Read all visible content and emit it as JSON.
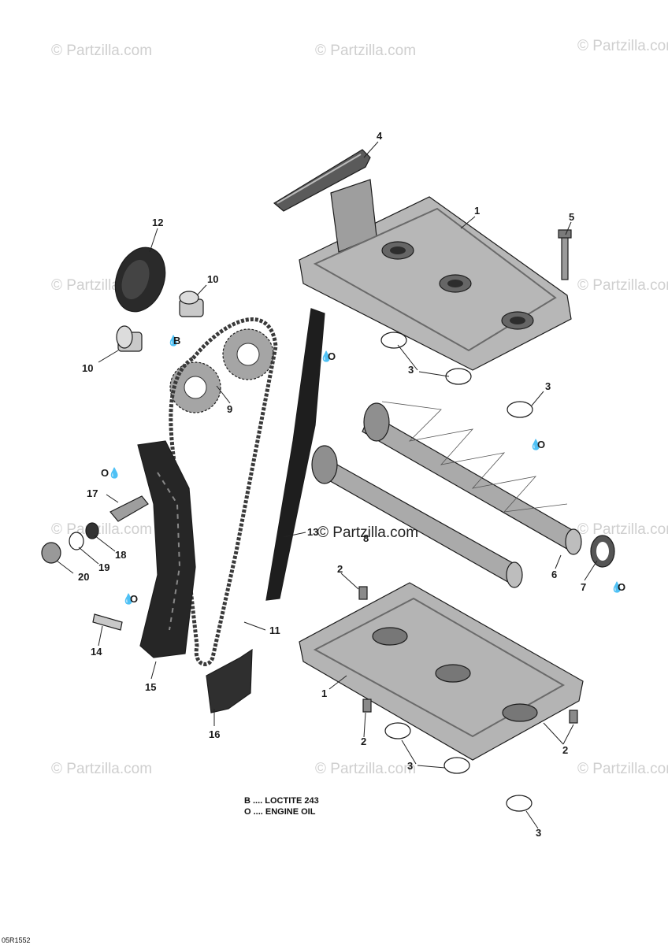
{
  "watermark": "© Partzilla.com",
  "center_watermark": "© Partzilla.com",
  "legend": {
    "loctite": "B .... LOCTITE 243",
    "oil": "O .... ENGINE OIL"
  },
  "drawing_code": "05R1552",
  "symbols": {
    "loctite": "B",
    "oil": "O"
  },
  "callouts": {
    "c1_top": "1",
    "c1_bottom": "1",
    "c2_a": "2",
    "c2_b": "2",
    "c2_c": "2",
    "c3_a": "3",
    "c3_b": "3",
    "c3_c": "3",
    "c3_d": "3",
    "c4": "4",
    "c5": "5",
    "c6": "6",
    "c7": "7",
    "c8": "8",
    "c9": "9",
    "c10_a": "10",
    "c10_b": "10",
    "c11": "11",
    "c12": "12",
    "c13": "13",
    "c14": "14",
    "c15": "15",
    "c16": "16",
    "c17": "17",
    "c18": "18",
    "c19": "19",
    "c20": "20"
  }
}
